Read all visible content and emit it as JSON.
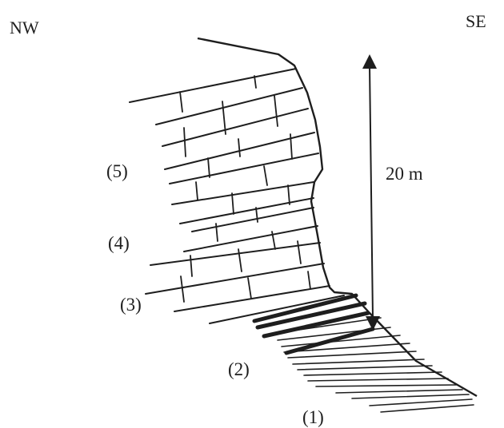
{
  "orientation": {
    "left": "NW",
    "right": "SE"
  },
  "scale": {
    "label": "20 m"
  },
  "units": [
    "(1)",
    "(2)",
    "(3)",
    "(4)",
    "(5)"
  ],
  "colors": {
    "ink": "#1e1e1e",
    "background": "#ffffff"
  }
}
